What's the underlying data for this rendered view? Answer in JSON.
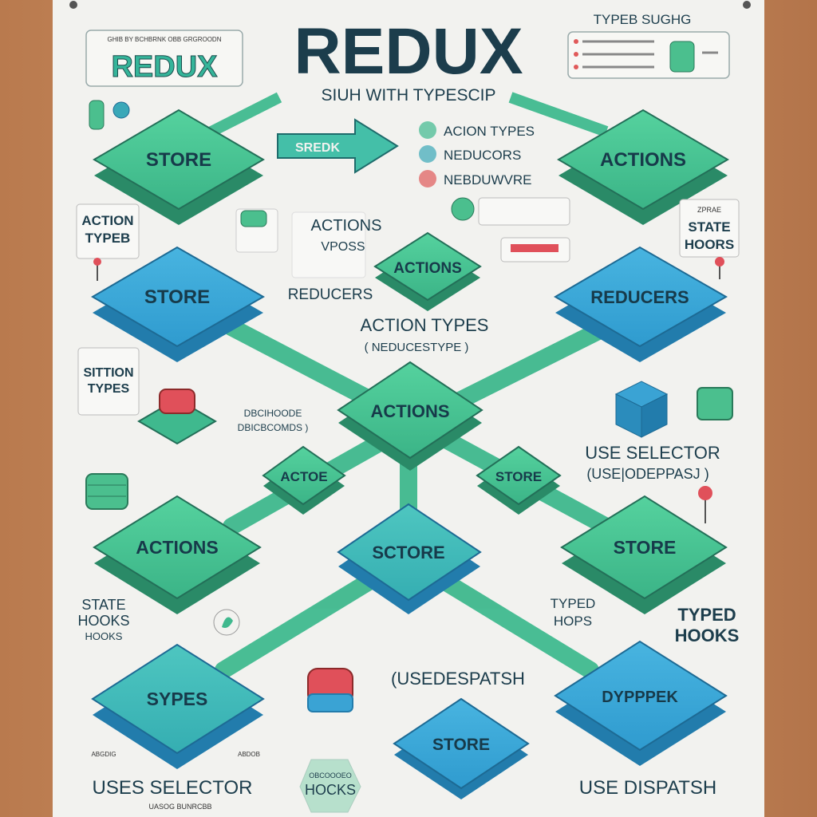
{
  "header": {
    "title": "REDUX",
    "subtitle": "SIUH WITH TYPESCIP",
    "logo_small_text": "GHIB BY BCHBRNK OBB GRGROODN",
    "logo_word": "REDUX",
    "typed_label": "TYPEB SUGHG"
  },
  "nodes": {
    "store_top_left": "STORE",
    "actions_top_right": "ACTIONS",
    "store_mid_left": "STORE",
    "reducers_mid_right": "REDUCERS",
    "actions_small_center": "ACTIONS",
    "actions_center": "ACTIONS",
    "actoe_small": "ACTOE",
    "store_small_right": "STORE",
    "actions_lower_left": "ACTIONS",
    "sctore_center": "SCTORE",
    "store_lower_right": "STORE",
    "sypes_bottom_left": "SYPES",
    "store_bottom_center": "STORE",
    "dypppek_bottom_right": "DYPPPEK"
  },
  "legend": {
    "items": [
      "ACION TYPES",
      "NEDUCORS",
      "NEBDUWVRE"
    ],
    "colors": [
      "#3fb98e",
      "#3aa8b8",
      "#e05a5a"
    ]
  },
  "banner_text": "SREDK",
  "labels": {
    "action_types_left": [
      "ACTION",
      "TYPEB"
    ],
    "state_hoors_right": [
      "STATE",
      "HOORS"
    ],
    "state_small_right": "ZPRAE",
    "actions_vposs": [
      "ACTIONS",
      "VPOSS"
    ],
    "reducers_label": "REDUCERS",
    "action_types_center": "ACTION TYPES",
    "reduces_type": "( NEDUCESTYPE )",
    "sttion_types": [
      "SITTION",
      "TYPES"
    ],
    "describe_box": [
      "DBCIHOODE",
      "DBICBCOMDS )"
    ],
    "use_selector": "USE SELECTOR",
    "use_odeppasj": "(USE|ODEPPASJ )",
    "state_hooks_left": [
      "STATE",
      "HOOKS",
      "HOOKS"
    ],
    "typed_hops": [
      "TYPED",
      "HOPS"
    ],
    "typed_hooks_right": [
      "TYPED",
      "HOOKS"
    ],
    "usedespatsh": "(USEDESPATSH",
    "uses_selector": "USES SELECTOR",
    "use_dispatsh": "USE DISPATSH",
    "hocks": "HOCKS",
    "hocks_small": "OBCOOOEO",
    "bottom_small_left": "UASOG BUNRCBB",
    "small_caption_left": "ABGDIG",
    "small_caption_mid": "ABDOB"
  },
  "colors": {
    "green": "#43c08f",
    "green_dark": "#2a8a67",
    "teal": "#38b0b8",
    "blue": "#3aa3d4",
    "blue_dark": "#227cac",
    "red": "#e0505a",
    "ink": "#173a4a",
    "paper": "#f1f1ee"
  }
}
